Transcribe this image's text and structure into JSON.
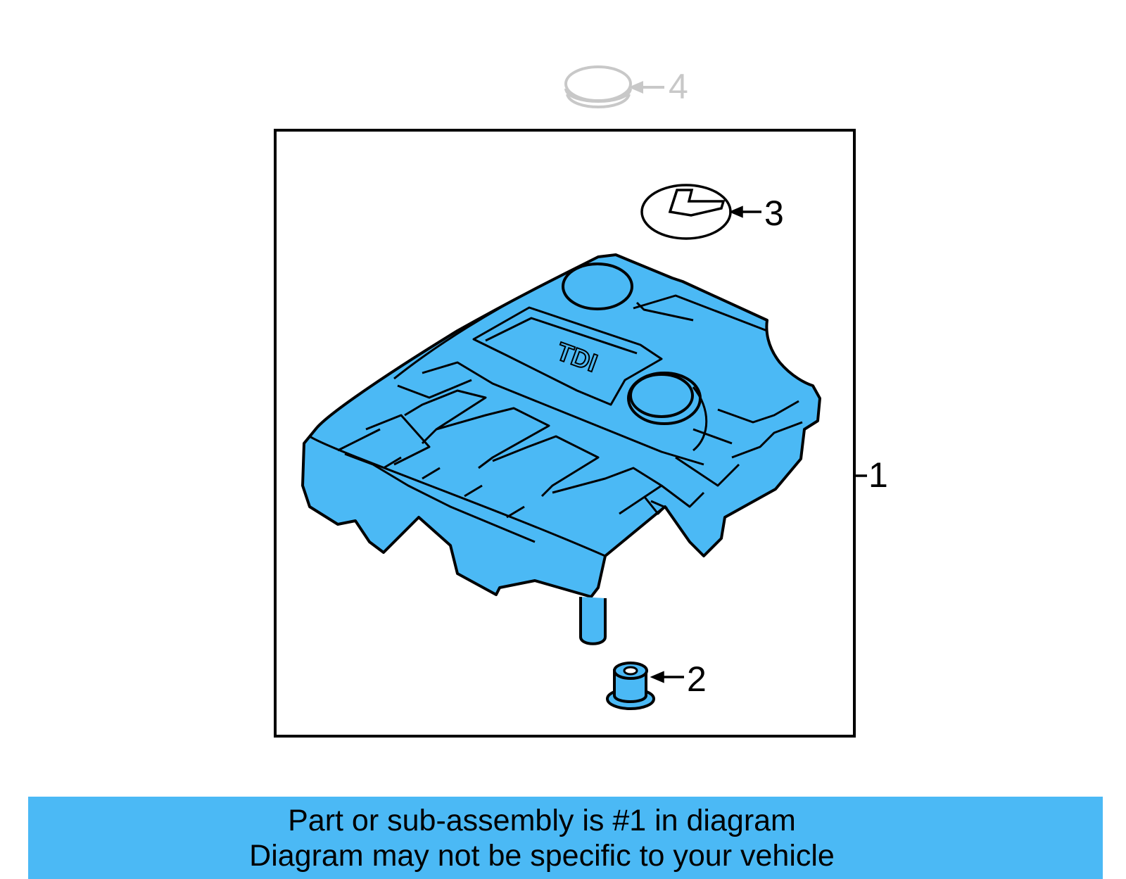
{
  "colors": {
    "part_fill": "#4bb9f5",
    "outline": "#000000",
    "faded_part": "#c8c8c8",
    "banner_bg": "#4bb9f5"
  },
  "diagram": {
    "callouts": [
      {
        "number": "1",
        "part": "engine-cover"
      },
      {
        "number": "2",
        "part": "grommet"
      },
      {
        "number": "3",
        "part": "emblem"
      },
      {
        "number": "4",
        "part": "ring"
      }
    ],
    "cover_marking": "TDI"
  },
  "banner": {
    "line1": "Part or sub-assembly is #1 in diagram",
    "line2": "Diagram may not be specific to your vehicle"
  }
}
